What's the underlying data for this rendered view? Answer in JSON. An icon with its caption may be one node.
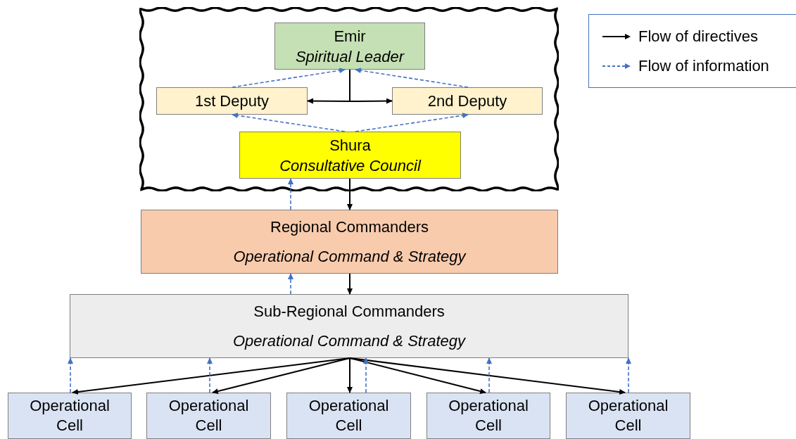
{
  "diagram": {
    "nodes": [
      {
        "text": [],
        "shape": "box"
      },
      {
        "text": [
          "Emir",
          "Spiritual Leader"
        ],
        "in": 0
      },
      {
        "text": [
          "1st Deputy"
        ],
        "in": 0
      },
      {
        "text": [
          "2nd Deputy"
        ],
        "in": 0
      },
      {
        "text": [
          "Shura",
          "Consultative Council"
        ],
        "in": 0
      },
      {
        "text": [
          "Regional Commanders",
          "Operational Command & Strategy"
        ]
      },
      {
        "text": [
          "Sub-Regional Commanders",
          "Operational Command & Strategy"
        ]
      },
      {
        "text": [
          "Operational Cell"
        ]
      },
      {
        "text": [
          "Operational Cell"
        ]
      },
      {
        "text": [
          "Operational Cell"
        ]
      },
      {
        "text": [
          "Operational Cell"
        ]
      },
      {
        "text": [
          "Operational Cell"
        ]
      }
    ],
    "edges": [
      {
        "from": 1,
        "to": 2,
        "arrow": "to",
        "color": "#000000"
      },
      {
        "from": 1,
        "to": 3,
        "arrow": "to",
        "color": "#000000"
      },
      {
        "from": 2,
        "to": 1,
        "arrow": "to",
        "style": "dashed"
      },
      {
        "from": 3,
        "to": 1,
        "arrow": "to",
        "style": "dashed"
      },
      {
        "from": 4,
        "to": 2,
        "arrow": "to",
        "style": "dashed"
      },
      {
        "from": 4,
        "to": 3,
        "arrow": "to",
        "style": "dashed"
      },
      {
        "from": 4,
        "to": 5,
        "arrow": "to",
        "color": "#000000"
      },
      {
        "from": 5,
        "to": 4,
        "arrow": "to",
        "style": "dashed"
      },
      {
        "from": 5,
        "to": 6,
        "arrow": "to",
        "color": "#000000"
      },
      {
        "from": 6,
        "to": 5,
        "arrow": "to",
        "style": "dashed"
      },
      {
        "from": 6,
        "to": 7,
        "arrow": "to",
        "color": "#000000"
      },
      {
        "from": 6,
        "to": 8,
        "arrow": "to",
        "color": "#000000"
      },
      {
        "from": 6,
        "to": 9,
        "arrow": "to",
        "color": "#000000"
      },
      {
        "from": 6,
        "to": 10,
        "arrow": "to",
        "color": "#000000"
      },
      {
        "from": 6,
        "to": 11,
        "arrow": "to",
        "color": "#000000"
      },
      {
        "from": 7,
        "to": 6,
        "arrow": "to",
        "style": "dashed"
      },
      {
        "from": 8,
        "to": 6,
        "arrow": "to",
        "style": "dashed"
      },
      {
        "from": 9,
        "to": 6,
        "arrow": "to",
        "style": "dashed"
      },
      {
        "from": 10,
        "to": 6,
        "arrow": "to",
        "style": "dashed"
      },
      {
        "from": 11,
        "to": 6,
        "arrow": "to",
        "style": "dashed"
      }
    ],
    "legend": [
      {
        "text": "Flow of directives"
      },
      {
        "text": "Flow of information"
      }
    ]
  }
}
